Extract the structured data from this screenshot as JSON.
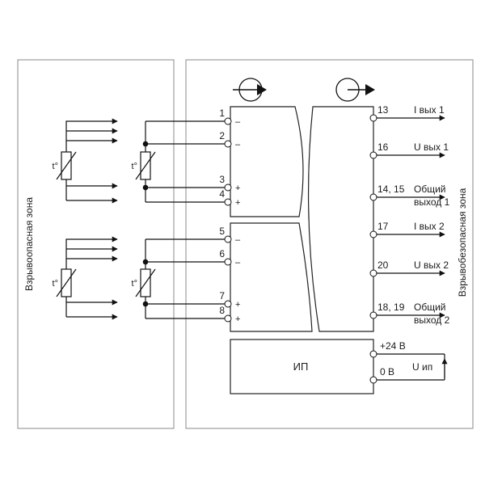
{
  "zones": {
    "hazardous_label": "Взрывоопасная зона",
    "safe_label": "Взрывобезопасная зона"
  },
  "input_channels": [
    {
      "sensor_symbol": "t°",
      "terminals": [
        {
          "number": "1",
          "polarity": "–"
        },
        {
          "number": "2",
          "polarity": "–"
        },
        {
          "number": "3",
          "polarity": "+"
        },
        {
          "number": "4",
          "polarity": "+"
        }
      ]
    },
    {
      "sensor_symbol": "t°",
      "terminals": [
        {
          "number": "5",
          "polarity": "–"
        },
        {
          "number": "6",
          "polarity": "–"
        },
        {
          "number": "7",
          "polarity": "+"
        },
        {
          "number": "8",
          "polarity": "+"
        }
      ]
    }
  ],
  "outputs": [
    {
      "terminal": "13",
      "label": "I вых 1",
      "label2": ""
    },
    {
      "terminal": "16",
      "label": "U вых 1",
      "label2": ""
    },
    {
      "terminal": "14, 15",
      "label": "Общий",
      "label2": "выход 1"
    },
    {
      "terminal": "17",
      "label": "I вых 2",
      "label2": ""
    },
    {
      "terminal": "20",
      "label": "U вых 2",
      "label2": ""
    },
    {
      "terminal": "18, 19",
      "label": "Общий",
      "label2": "выход 2"
    }
  ],
  "power": {
    "block_label": "ИП",
    "plus_label": "+24 В",
    "zero_label": "0 В",
    "supply_label": "U ип"
  }
}
